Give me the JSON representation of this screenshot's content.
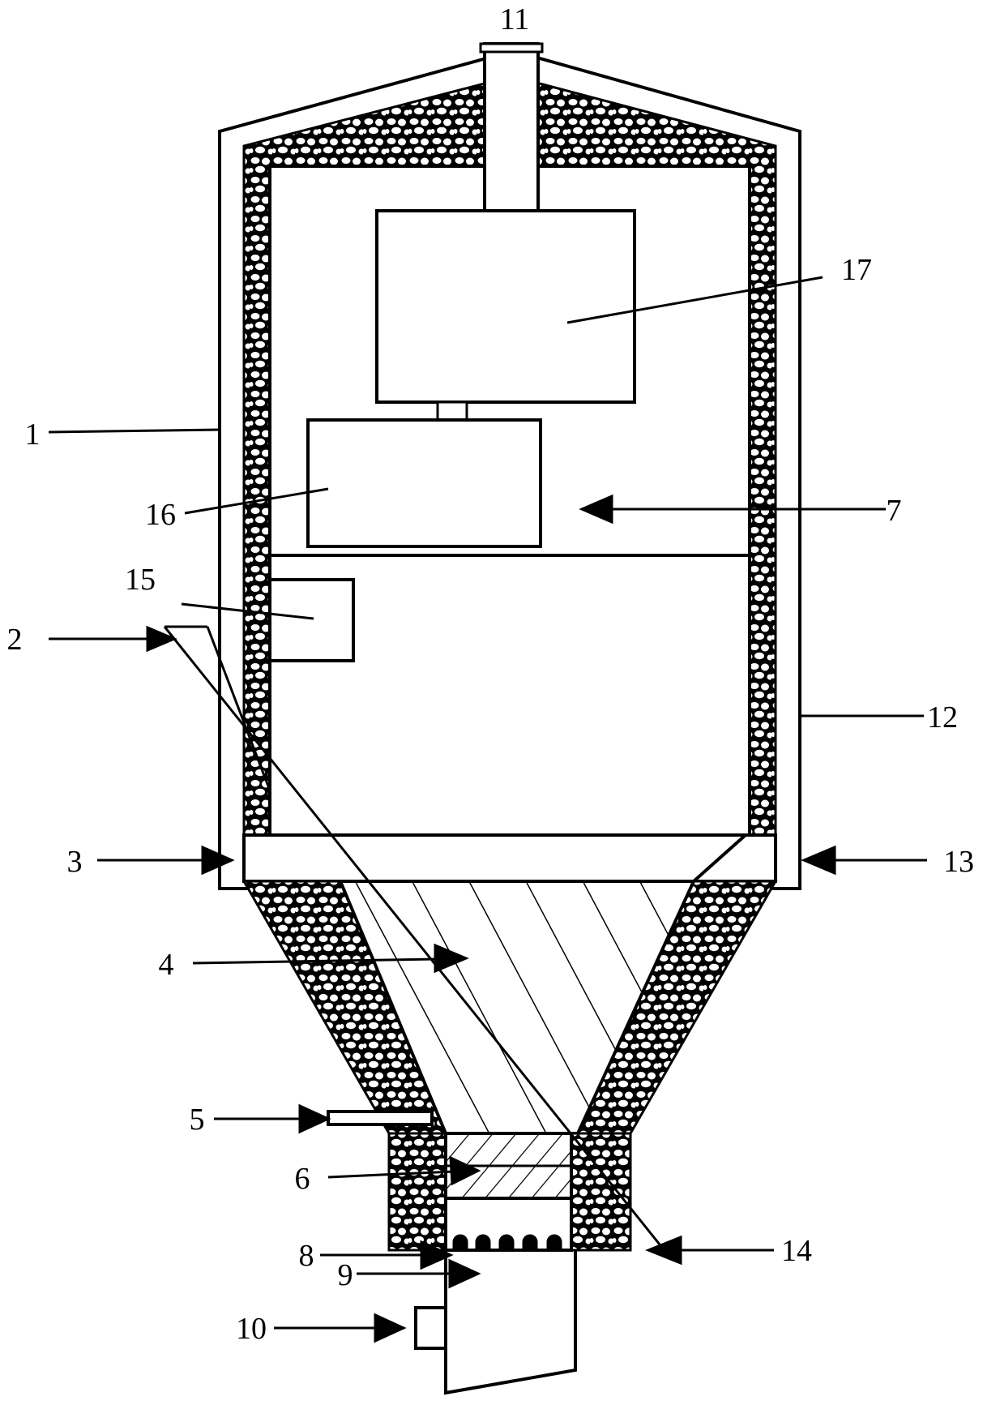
{
  "colors": {
    "line": "#000000",
    "background": "#ffffff",
    "insulation": "#000000",
    "pebble": "#ffffff"
  },
  "labels": {
    "l1": "1",
    "l2": "2",
    "l3": "3",
    "l4": "4",
    "l5": "5",
    "l6": "6",
    "l7": "7",
    "l8": "8",
    "l9": "9",
    "l10": "10",
    "l11": "11",
    "l12": "12",
    "l13": "13",
    "l14": "14",
    "l15": "15",
    "l16": "16",
    "l17": "17"
  }
}
